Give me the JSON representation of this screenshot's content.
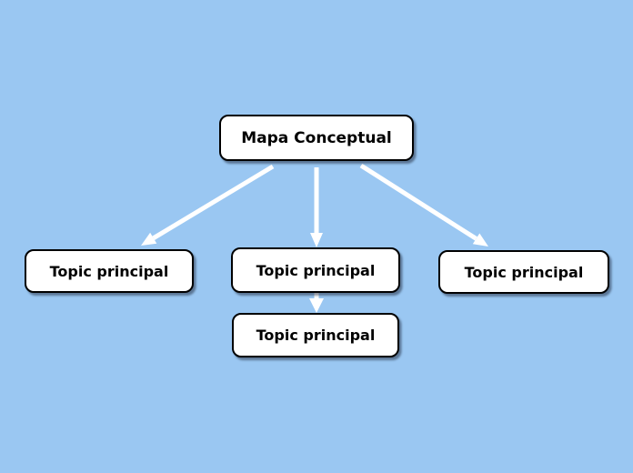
{
  "app": {
    "background_color": "#9AC7F2",
    "node_fill_color": "#FFFFFF",
    "node_border_color": "#000000",
    "connector_color": "#FFFFFF"
  },
  "diagram": {
    "type": "concept-map",
    "root": {
      "id": "root",
      "label": "Mapa Conceptual"
    },
    "topics": [
      {
        "id": "topic-left",
        "label": "Topic principal"
      },
      {
        "id": "topic-center",
        "label": "Topic principal"
      },
      {
        "id": "topic-right",
        "label": "Topic principal"
      },
      {
        "id": "topic-center-child",
        "label": "Topic principal"
      }
    ],
    "edges": [
      {
        "from": "root",
        "to": "topic-left"
      },
      {
        "from": "root",
        "to": "topic-center"
      },
      {
        "from": "root",
        "to": "topic-right"
      },
      {
        "from": "topic-center",
        "to": "topic-center-child"
      }
    ]
  }
}
